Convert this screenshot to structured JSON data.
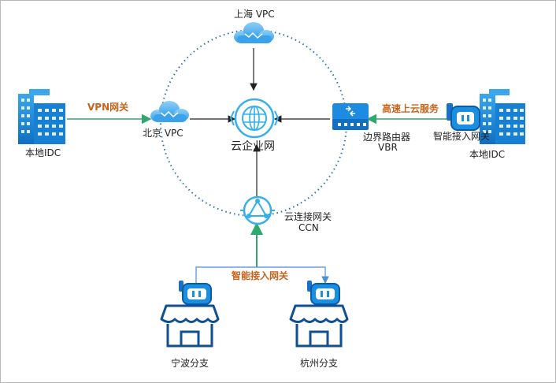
{
  "diagram": {
    "center": {
      "name": "云企业网"
    },
    "shanghai_vpc": "上海 VPC",
    "beijing_vpc": "北京 VPC",
    "left_idc": "本地IDC",
    "vpn_gateway": "VPN网关",
    "border_router": {
      "line1": "边界路由器",
      "line2": "VBR"
    },
    "express_connect": "高速上云服务",
    "smart_gateway_right": "智能接入网关",
    "right_idc": "本地IDC",
    "ccn": {
      "line1": "云连接网关",
      "line2": "CCN"
    },
    "smart_gateway_bottom": "智能接入网关",
    "branch_ningbo": "宁波分支",
    "branch_hangzhou": "杭州分支"
  },
  "colors": {
    "blue": "#1a8fe0",
    "dark_blue": "#155da8",
    "green": "#2fa86b",
    "orange": "#c8641a",
    "dotted_ring": "#2a6db5",
    "connector": "#222222"
  }
}
